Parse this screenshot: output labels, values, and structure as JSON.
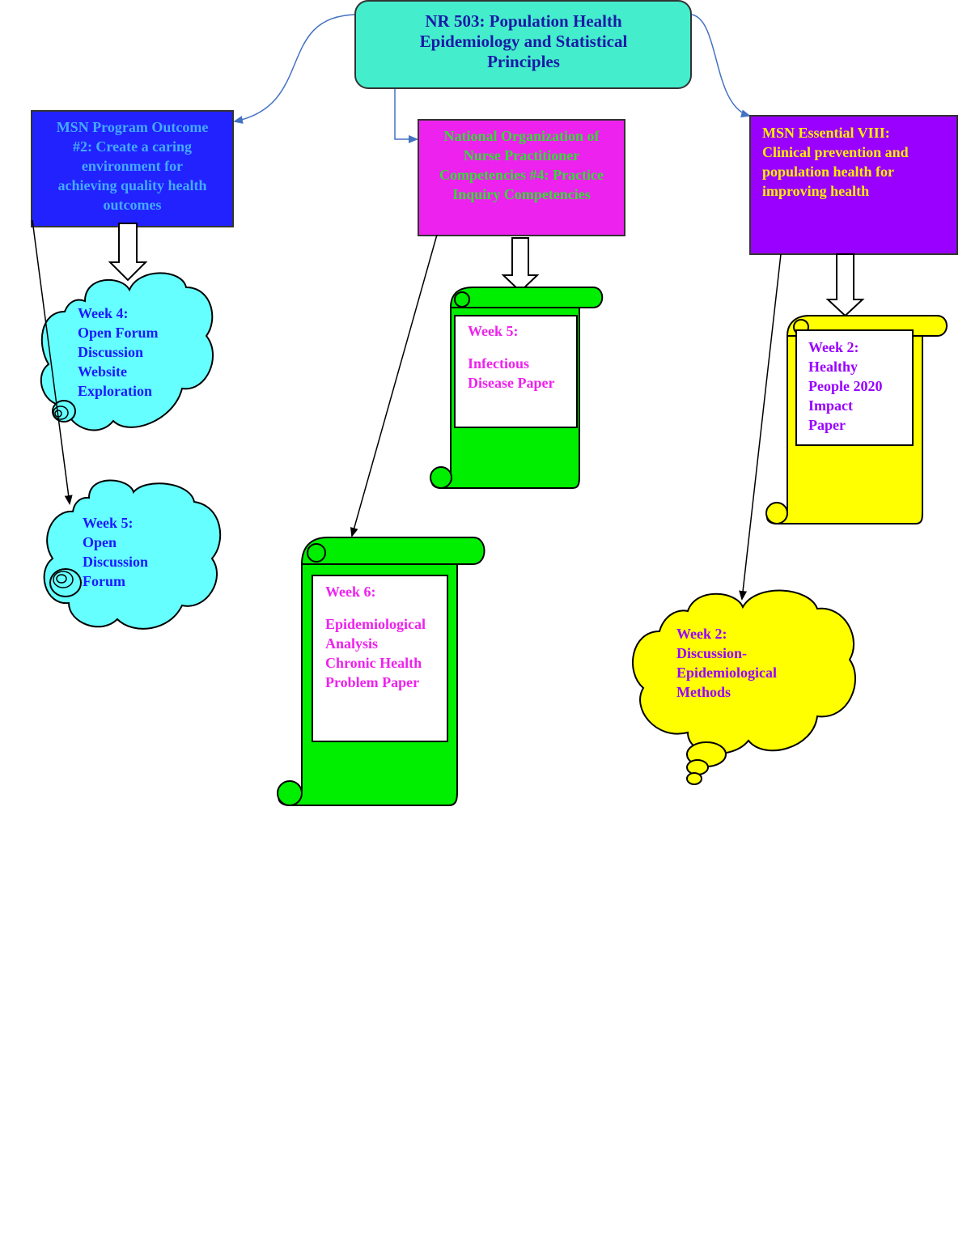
{
  "title": {
    "lines": [
      "NR 503: Population Health",
      "Epidemiology and Statistical",
      "Principles"
    ],
    "color": "#1a1aa6",
    "fill": "#44eecc"
  },
  "outcome_box": {
    "lines": [
      "MSN Program Outcome",
      "#2: Create a caring",
      "environment for",
      "achieving quality health",
      "outcomes"
    ],
    "color": "#44aaff",
    "fill": "#2222ff"
  },
  "nonpf_box": {
    "lines": [
      "National Organization of",
      "Nurse Practitioner",
      "Competencies #4: Practice",
      "Inquiry Competencies"
    ],
    "color": "#33dd33",
    "fill": "#ee22ee"
  },
  "essential_box": {
    "lines": [
      "MSN Essential VIII:",
      "Clinical prevention and",
      "population health for",
      "improving health"
    ],
    "color": "#ffee00",
    "fill": "#9900ff"
  },
  "cloud_week4": {
    "lines": [
      "Week 4:",
      "Open Forum",
      "Discussion",
      "Website",
      "Exploration"
    ],
    "color": "#1a1aff",
    "fill": "#66ffff"
  },
  "cloud_week5": {
    "lines": [
      "Week 5:",
      "Open",
      "Discussion",
      "Forum"
    ],
    "color": "#1a1aff",
    "fill": "#66ffff"
  },
  "scroll_week5": {
    "heading": "Week 5:",
    "lines": [
      "Infectious",
      "Disease Paper"
    ],
    "color": "#ee22ee",
    "fill": "#00ee00"
  },
  "scroll_week6": {
    "heading": "Week 6:",
    "lines": [
      "Epidemiological",
      "Analysis",
      "Chronic Health",
      "Problem Paper"
    ],
    "color": "#ee22ee",
    "fill": "#00ee00"
  },
  "scroll_week2": {
    "lines": [
      "Week 2:",
      "Healthy",
      "People 2020",
      "Impact",
      "Paper"
    ],
    "color": "#9900ff",
    "fill": "#ffff00"
  },
  "cloud_week2": {
    "lines": [
      "Week 2:",
      "Discussion-",
      "Epidemiological",
      "Methods"
    ],
    "color": "#9900ff",
    "fill": "#ffff00"
  },
  "connector_color": "#4472c4"
}
